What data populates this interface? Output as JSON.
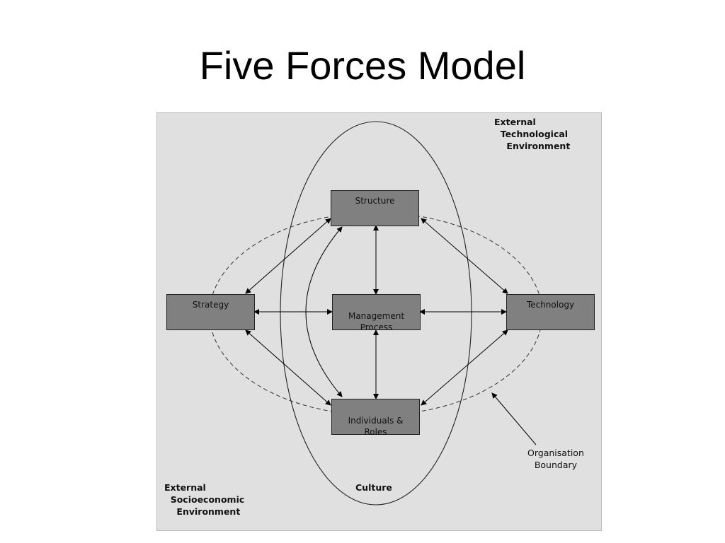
{
  "title": "Five Forces Model",
  "diagram": {
    "nodes": {
      "structure": "Structure",
      "strategy": "Strategy",
      "management": "Management\nProcess",
      "technology": "Technology",
      "individuals": "Individuals &\nRoles"
    },
    "labels": {
      "technological_env": "External\n  Technological\n    Environment",
      "socioeconomic_env": "External\n  Socioeconomic\n    Environment",
      "culture": "Culture",
      "organisation_boundary": "Organisation\nBoundary"
    },
    "colors": {
      "background": "#e0e0e0",
      "box_fill": "#808080"
    }
  }
}
